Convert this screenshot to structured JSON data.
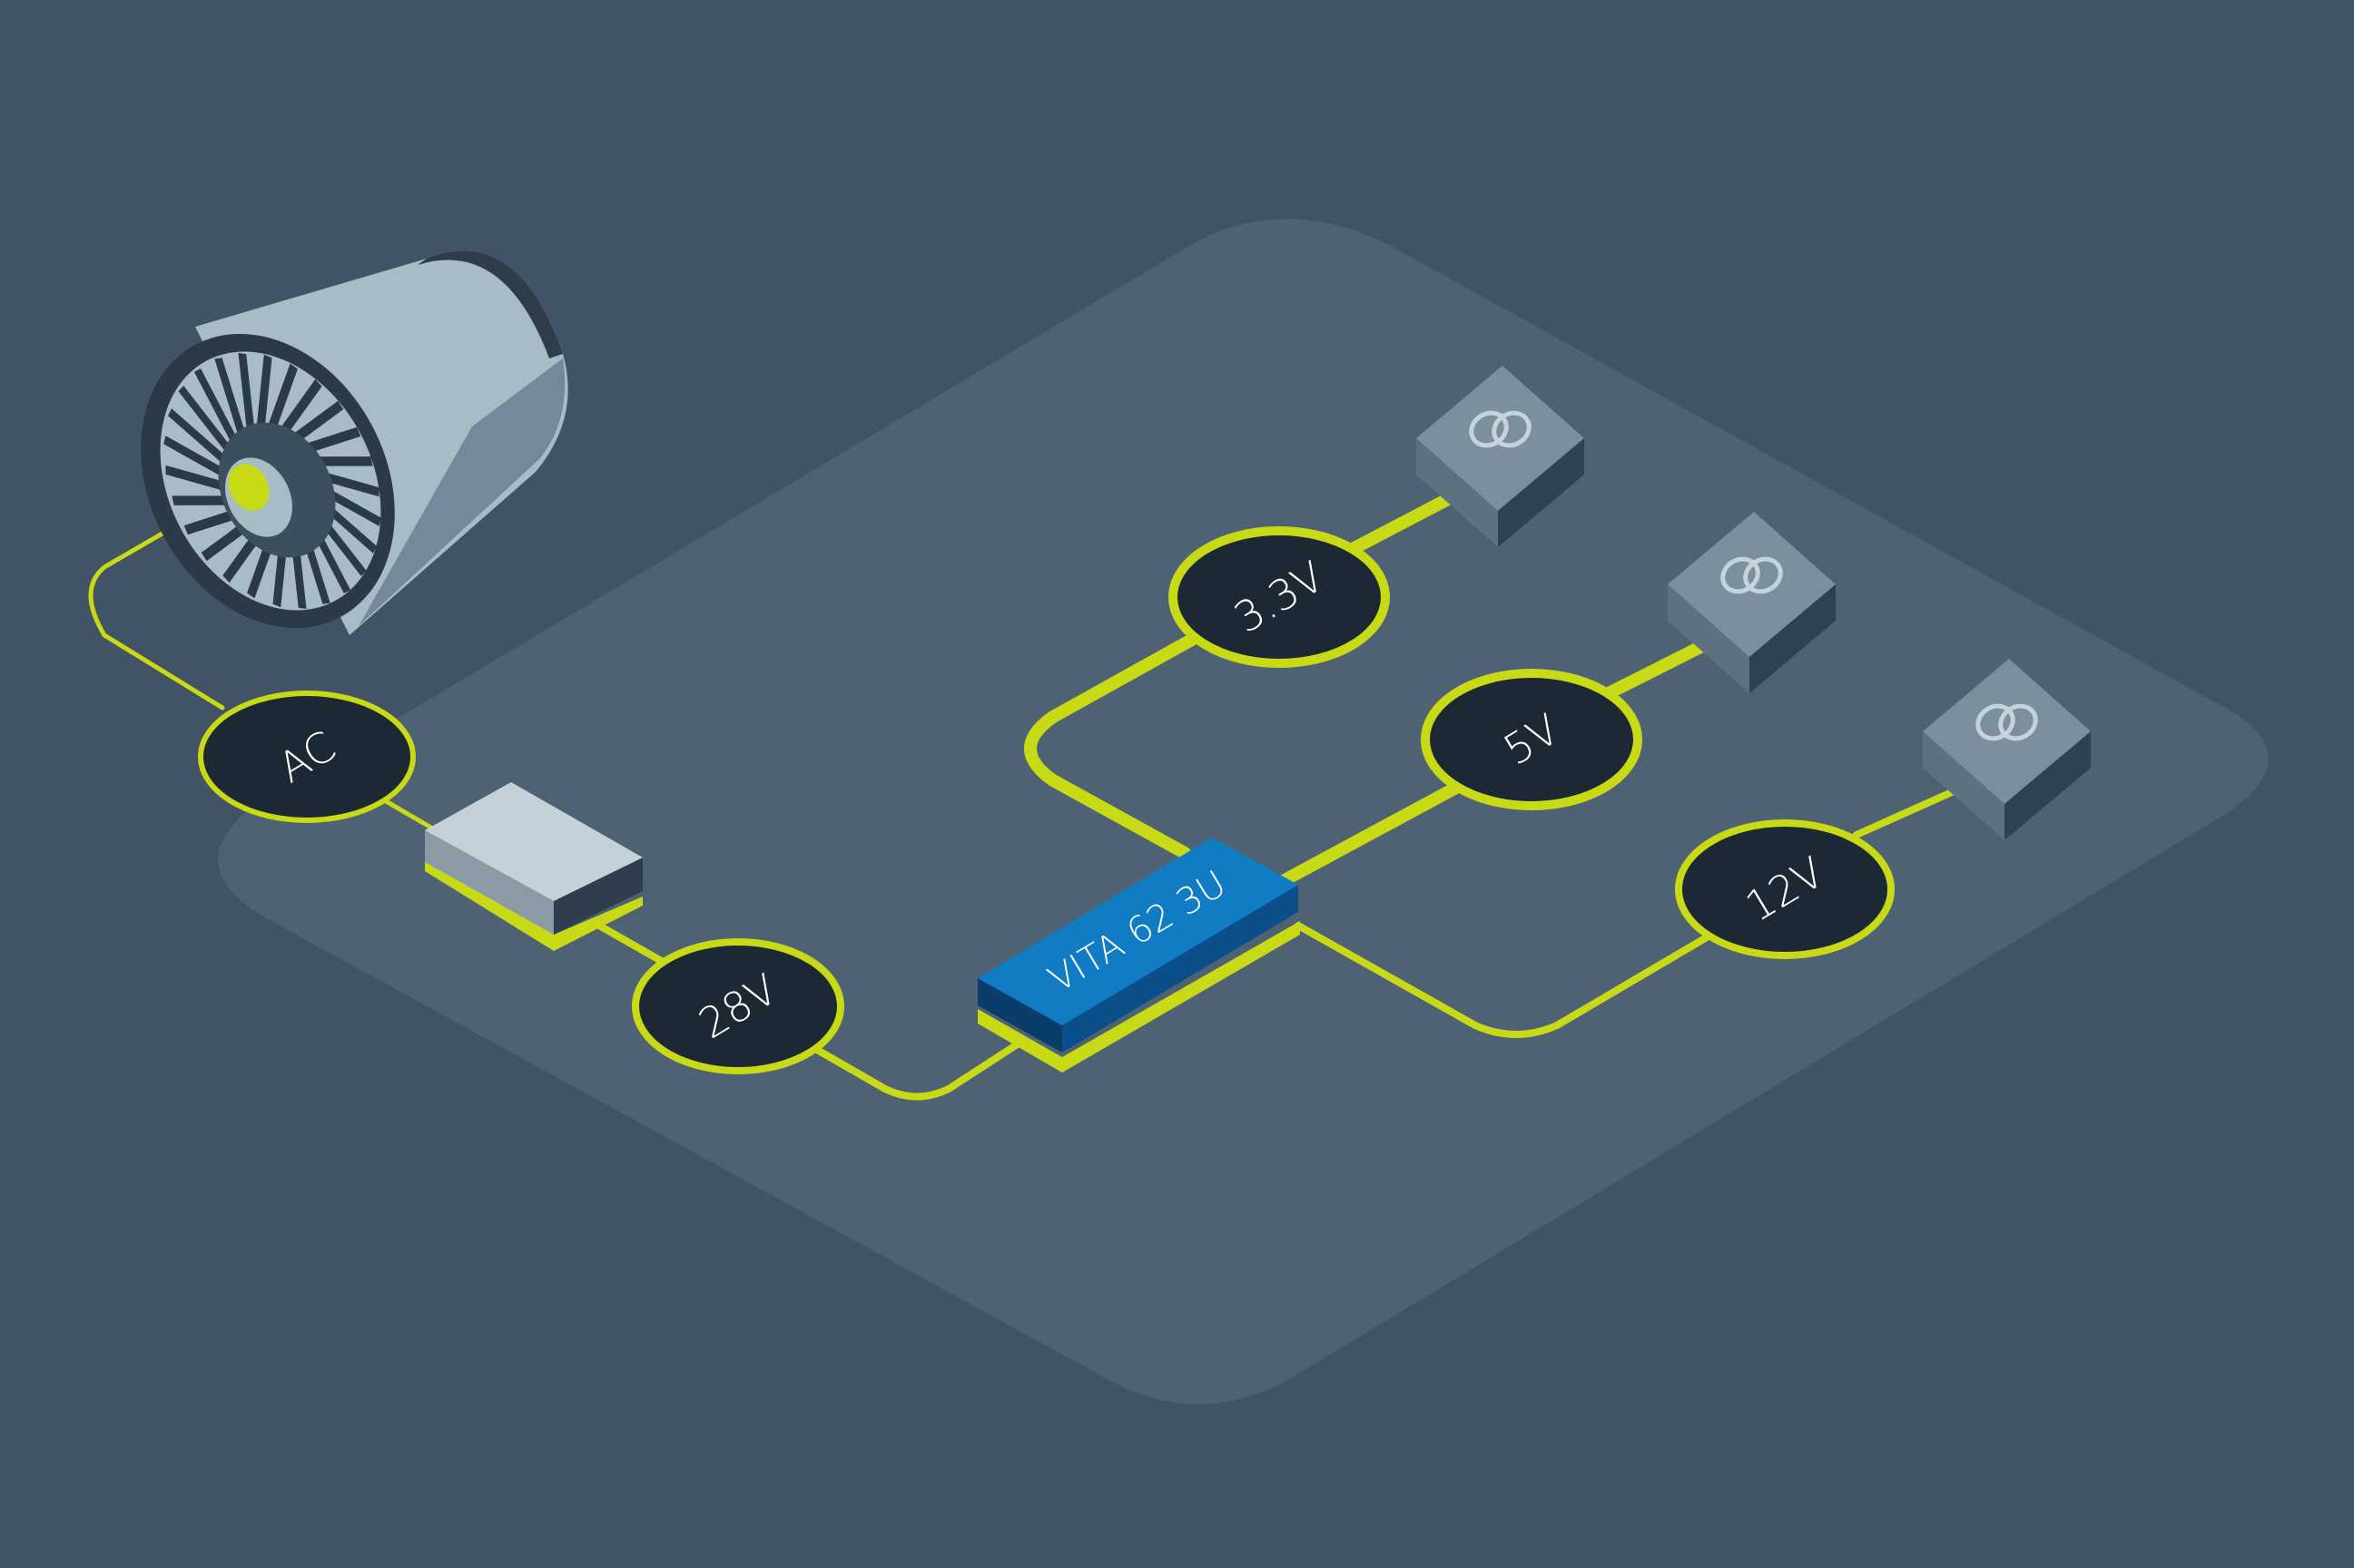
{
  "colors": {
    "background": "#435366",
    "platform": "#4e6274",
    "wire": "#c8da16",
    "node_fill": "#1c2935",
    "module_blue": "#0f7cc4",
    "module_blue_dark": "#0b3d6b",
    "engine_body": "#a9bcc6",
    "engine_shadow": "#74899a",
    "transformer_top": "#7b8f9c",
    "transformer_side": "#5a6f7e",
    "transformer_dark": "#30414f"
  },
  "nodes": {
    "ac": "AC",
    "v28": "28V",
    "v33": "3.3V",
    "v5": "5V",
    "v12": "12V"
  },
  "module": {
    "label": "VITA 62 3U"
  },
  "icons": {
    "engine": "jet-engine-icon",
    "converter": "converter-box-icon",
    "load": "transformer-symbol-icon"
  }
}
